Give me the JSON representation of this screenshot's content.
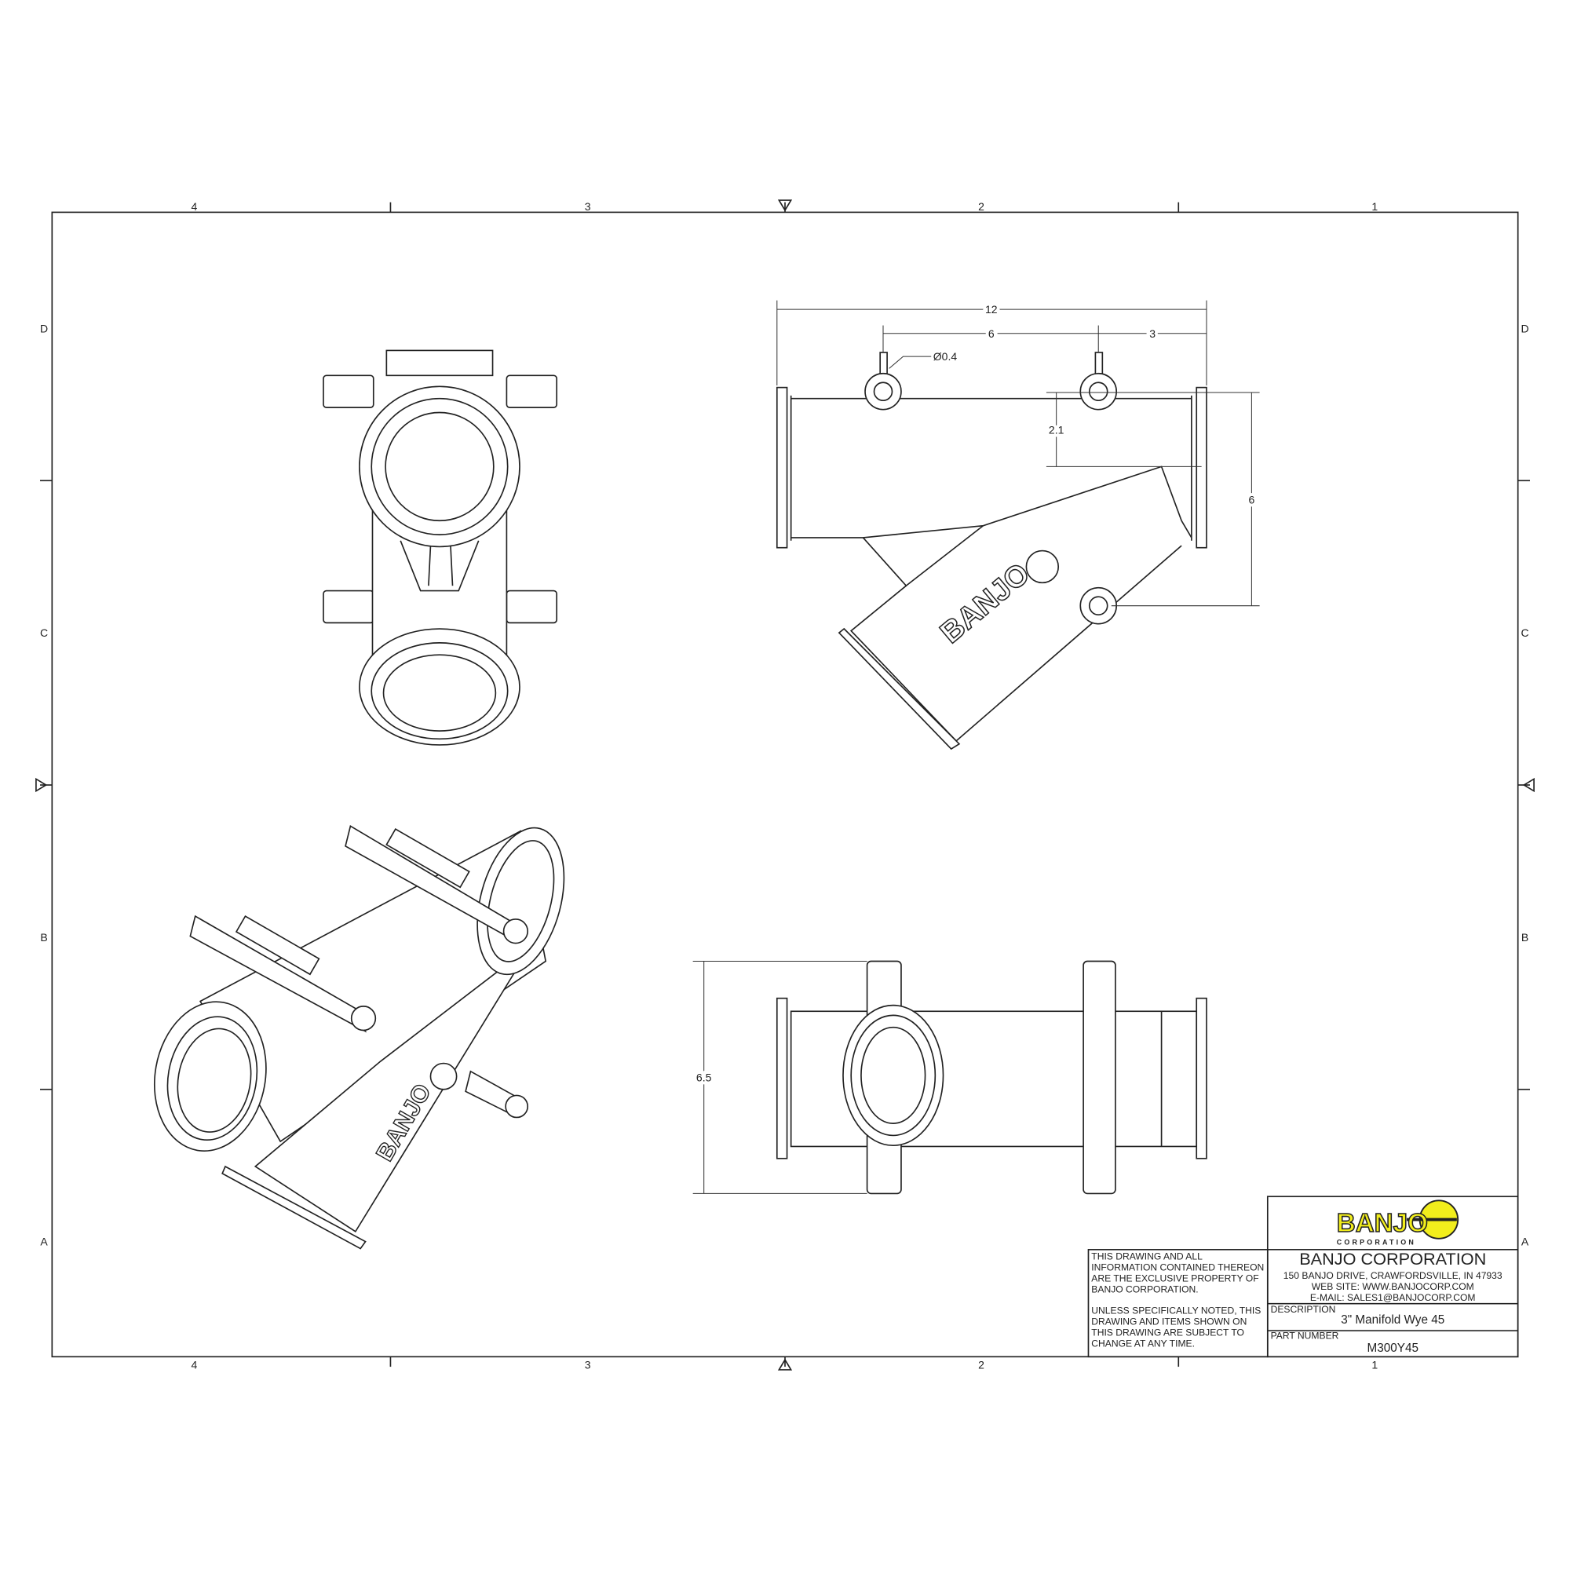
{
  "zones": {
    "columns": [
      "4",
      "3",
      "2",
      "1"
    ],
    "rows": [
      "D",
      "C",
      "B",
      "A"
    ]
  },
  "dimensions": {
    "overall_length": "12",
    "boss_spacing": "6",
    "boss_to_end": "3",
    "boss_diameter": "Ø0.4",
    "branch_offset": "2.1",
    "height": "6",
    "width": "6.5"
  },
  "part_marking": "BANJO",
  "title_block": {
    "logo": {
      "text": "BANJO",
      "sub": "CORPORATION",
      "color_yellow": "#f2ee1c"
    },
    "notice_1": [
      "THIS DRAWING AND ALL",
      "INFORMATION CONTAINED THEREON",
      "ARE THE EXCLUSIVE PROPERTY OF",
      "BANJO CORPORATION."
    ],
    "notice_2": [
      "UNLESS SPECIFICALLY NOTED, THIS",
      "DRAWING AND ITEMS SHOWN ON",
      "THIS DRAWING ARE SUBJECT TO",
      "CHANGE AT ANY TIME."
    ],
    "company": "BANJO CORPORATION",
    "address": "150 BANJO DRIVE, CRAWFORDSVILLE, IN 47933",
    "website": "WEB SITE: WWW.BANJOCORP.COM",
    "email": "E-MAIL: SALES1@BANJOCORP.COM",
    "description_label": "DESCRIPTION",
    "description": "3\" Manifold Wye 45",
    "part_number_label": "PART NUMBER",
    "part_number": "M300Y45"
  }
}
